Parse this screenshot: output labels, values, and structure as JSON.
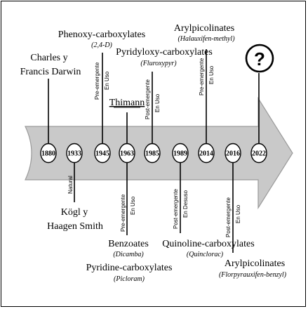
{
  "years": [
    "1880",
    "1933",
    "1945",
    "1963",
    "1985",
    "1989",
    "2014",
    "2016",
    "2022"
  ],
  "unknown_mark": "?",
  "events": {
    "e1880": {
      "title_1": "Charles y",
      "title_2": "Francis Darwin"
    },
    "e1933": {
      "note": "Natural",
      "title_1": "Kögl y",
      "title_2": "Haagen Smith"
    },
    "e1945": {
      "title": "Phenoxy-carboxylates",
      "compound": "(2,4-D)",
      "note_1": "Pre-emergente",
      "note_2": "En Uso"
    },
    "e1963_top": {
      "title": "Thimann"
    },
    "e1963_bottom": {
      "note_1": "Pre-emergente",
      "note_2": "En Uso",
      "title_1": "Benzoates",
      "compound_1": "(Dicamba)",
      "title_2": "Pyridine-carboxylates",
      "compound_2": "(Picloram)"
    },
    "e1985": {
      "title": "Pyridyloxy-carboxylates",
      "compound": "(Fluroxypyr)",
      "note_1": "Post-emergente",
      "note_2": "En Uso"
    },
    "e1989": {
      "note_1": "Post-emergente",
      "note_2": "En Desuso",
      "title": "Quinoline-carboxylates",
      "compound": "(Quinclorac)"
    },
    "e2014": {
      "title": "Arylpicolinates",
      "compound": "(Halauxifen-methyl)",
      "note_1": "Pre-emergente",
      "note_2": "En Uso"
    },
    "e2016": {
      "note_1": "Post-emergente",
      "note_2": "En Uso",
      "title": "Arylpicolinates",
      "compound": "(Florpyrauxifen-benzyl)"
    }
  },
  "colors": {
    "arrow_fill": "#c9c9c9",
    "arrow_stroke": "#9a9a9a",
    "line": "#000000",
    "background": "#ffffff"
  }
}
